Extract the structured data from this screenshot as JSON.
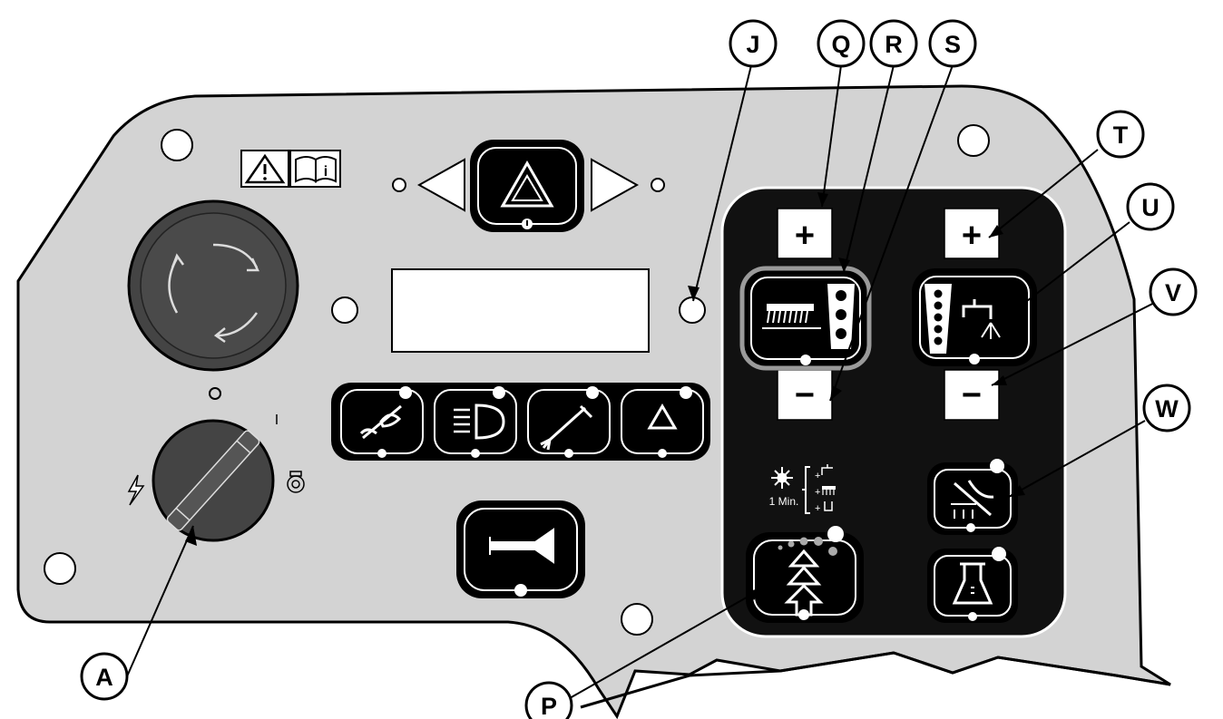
{
  "callouts": {
    "A": "A",
    "J": "J",
    "P": "P",
    "Q": "Q",
    "R": "R",
    "S": "S",
    "T": "T",
    "U": "U",
    "V": "V",
    "W": "W"
  },
  "control_panel": {
    "brush_plus_label": "+",
    "brush_minus_label": "−",
    "solution_plus_label": "+",
    "solution_minus_label": "−",
    "one_step_label": "1 Min.",
    "key_switch_on_mark": "I",
    "key_switch_off_mark": "O"
  },
  "colors": {
    "panel_fill": "#d3d3d3",
    "keypad_fill": "#111111",
    "button_fill": "#000000",
    "outline": "#000000",
    "paper": "#ffffff"
  }
}
